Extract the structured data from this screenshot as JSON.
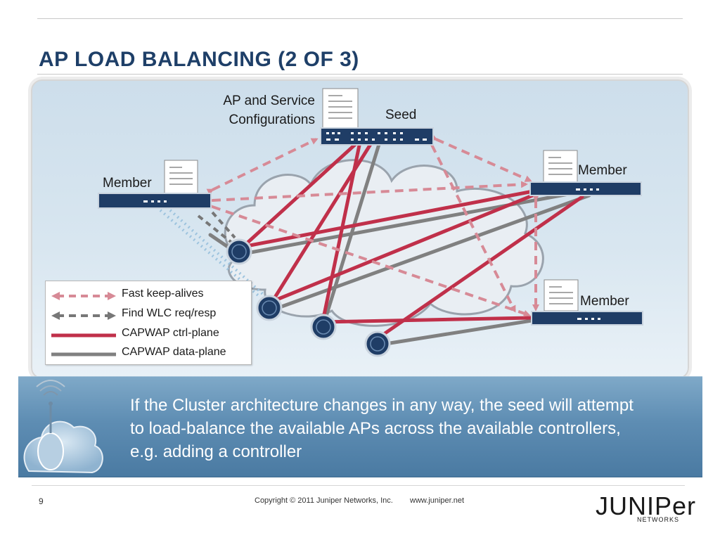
{
  "slide": {
    "title": "AP LOAD BALANCING (2 OF 3)"
  },
  "diagram": {
    "labels": {
      "ap_config_line1": "AP and Service",
      "ap_config_line2": "Configurations",
      "seed": "Seed",
      "member_right_top": "Member",
      "member_left": "Member",
      "member_right_bottom": "Member"
    },
    "legend": [
      {
        "label": "Fast keep-alives",
        "style": "dashed-arrow",
        "color": "#d78a96"
      },
      {
        "label": "Find WLC req/resp",
        "style": "dashed-arrow",
        "color": "#777777"
      },
      {
        "label": "CAPWAP ctrl-plane",
        "style": "solid",
        "color": "#c0304a"
      },
      {
        "label": "CAPWAP data-plane",
        "style": "solid",
        "color": "#808080"
      }
    ],
    "colors": {
      "ctrl_plane": "#c0304a",
      "data_plane": "#808080",
      "keepalive": "#d78a96",
      "controller": "#1f3d66",
      "ap": "#1f3d66"
    }
  },
  "callout": {
    "text": "If the Cluster architecture changes in any way, the seed will attempt to load-balance the available APs across the available controllers, e.g. adding a controller"
  },
  "footer": {
    "page_number": "9",
    "copyright": "Copyright © 2011 Juniper Networks, Inc.",
    "url": "www.juniper.net",
    "logo_word": "JUNIPer",
    "logo_sub": "NETWORKS"
  }
}
